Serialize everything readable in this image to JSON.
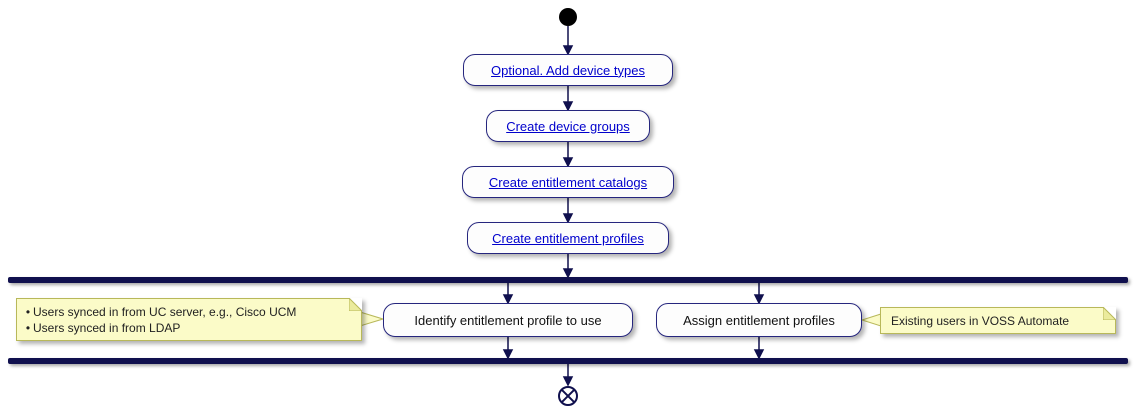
{
  "diagram": {
    "type": "activity-flowchart",
    "steps": [
      {
        "label": "Optional. Add device types",
        "is_link": true
      },
      {
        "label": "Create device groups",
        "is_link": true
      },
      {
        "label": "Create entitlement catalogs",
        "is_link": true
      },
      {
        "label": "Create entitlement profiles",
        "is_link": true
      }
    ],
    "parallel": {
      "left": {
        "activity": "Identify entitlement profile to use",
        "note_lines": [
          "Users synced in from UC server, e.g., Cisco UCM",
          "Users synced in from LDAP"
        ]
      },
      "right": {
        "activity": "Assign entitlement profiles",
        "note": "Existing users in VOSS Automate"
      }
    },
    "colors": {
      "arrow": "#10104e",
      "bar": "#10104e",
      "activity_border": "#26267e",
      "activity_background": "#fdfdfd",
      "link_text": "#0000cc",
      "note_background": "#fbfbc8",
      "note_border": "#b8b85a"
    }
  }
}
